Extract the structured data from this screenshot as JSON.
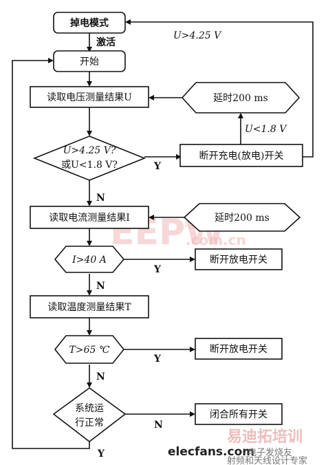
{
  "nodes": {
    "standby": "掉电模式",
    "start": "开始",
    "read_voltage": "读取电压测量结果U",
    "voltage_check_line1": "U>4.25 V?",
    "voltage_check_line2": "或U<1.8 V?",
    "cut_charge": "断开充电(放电)开关",
    "delay_top": "延时200 ms",
    "read_current": "读取电流测量结果I",
    "delay_mid": "延时200 ms",
    "current_check": "I>40 A",
    "cut_discharge_1": "断开放电开关",
    "read_temp": "读取温度测量结果T",
    "temp_check": "T>65 ℃",
    "cut_discharge_2": "断开放电开关",
    "sys_check_line1": "系统运",
    "sys_check_line2": "行正常",
    "close_all": "闭合所有开关"
  },
  "labels": {
    "activate": "激活",
    "u_high": "U>4.25 V",
    "u_low": "U<1.8 V",
    "y1": "Y",
    "n1": "N",
    "y2": "Y",
    "n2": "N",
    "y3": "Y",
    "n3": "N",
    "n4": "N",
    "y4": "Y"
  },
  "watermarks": {
    "ebpw": "EEPW",
    "ebpw_domain": ".com.cn",
    "ebpw_cn": "电子产品世界",
    "training": "易迪拓培训",
    "elecfans": "elecfans.com",
    "elecfans_cn": "电子发烧友",
    "rf_expert": "射频和天线设计专家"
  }
}
